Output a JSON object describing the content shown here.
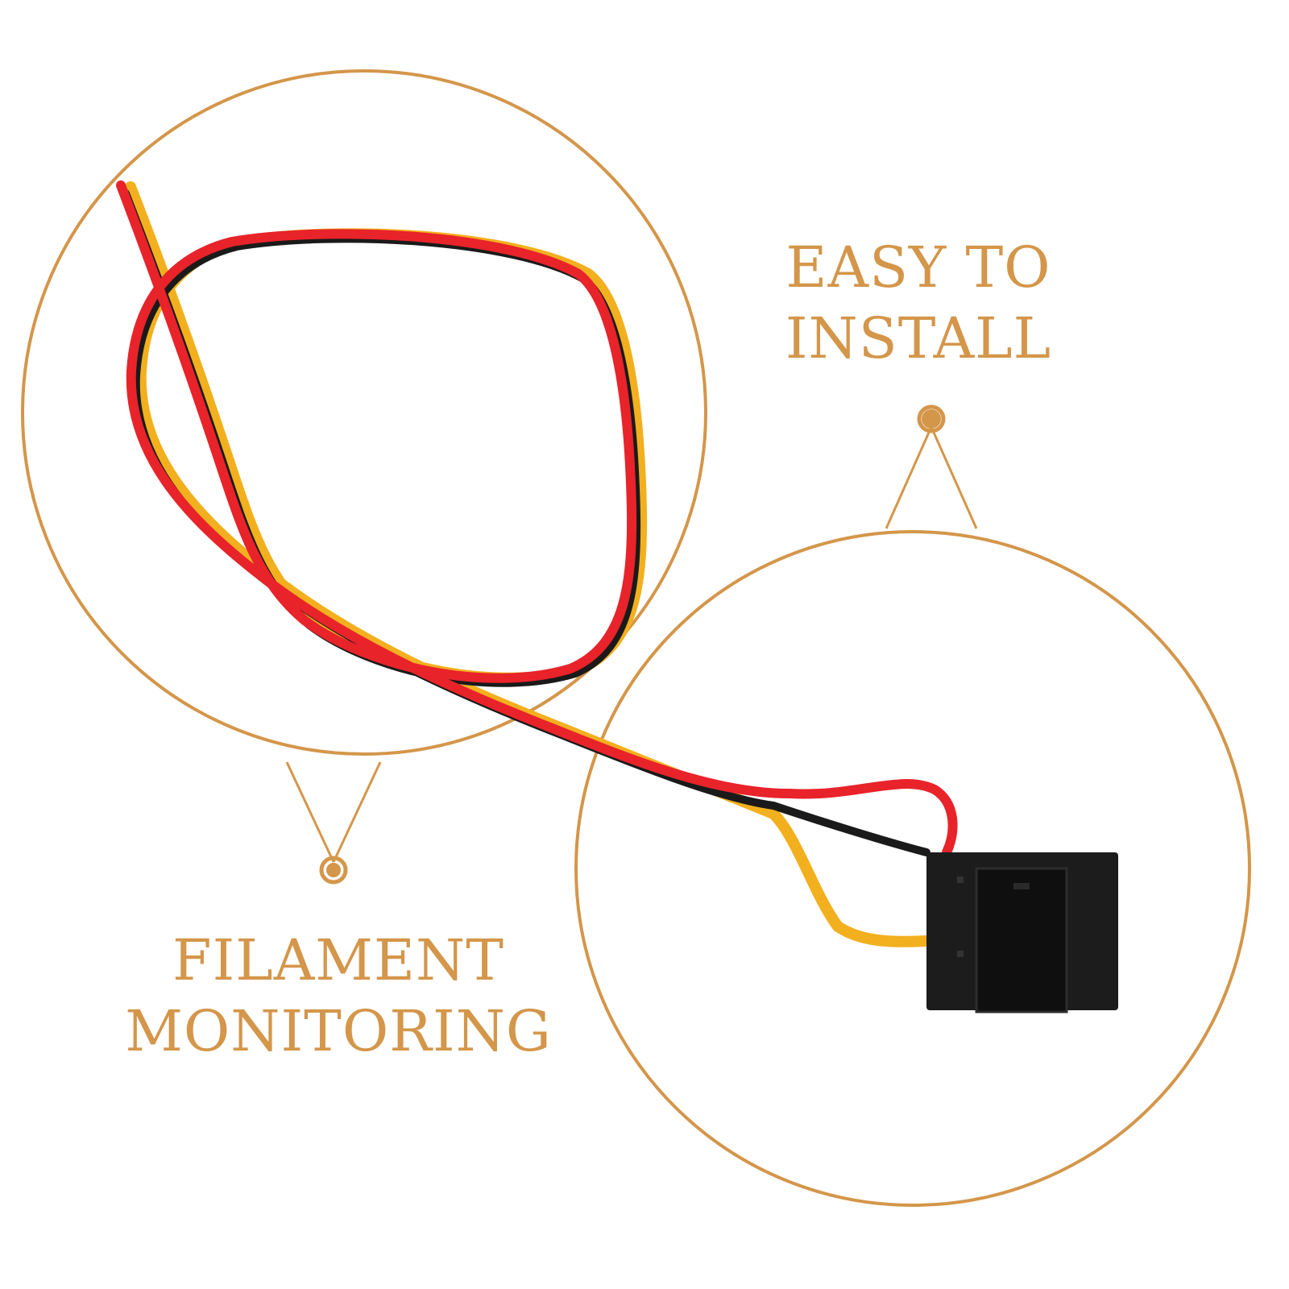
{
  "colors": {
    "accent": "#D4964A",
    "wire_red": "#E8232A",
    "wire_black": "#1A1A1A",
    "wire_yellow": "#F2B01E",
    "sensor_body": "#1C1C1C"
  },
  "captions": {
    "easy_to_install": {
      "line1": "EASY TO",
      "line2": "INSTALL"
    },
    "filament_monitoring": {
      "line1": "FILAMENT",
      "line2": "MONITORING"
    }
  }
}
